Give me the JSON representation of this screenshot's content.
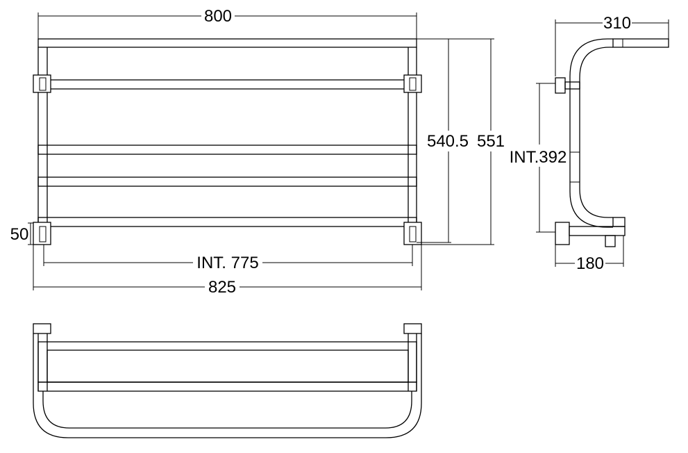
{
  "front_view": {
    "width_top": "800",
    "height_inner": "540.5",
    "height_total": "551",
    "post_size": "50",
    "interior_width": "INT. 775",
    "overall_width": "825"
  },
  "side_view": {
    "depth_top": "310",
    "interior_height": "INT.392",
    "depth_bottom": "180"
  }
}
